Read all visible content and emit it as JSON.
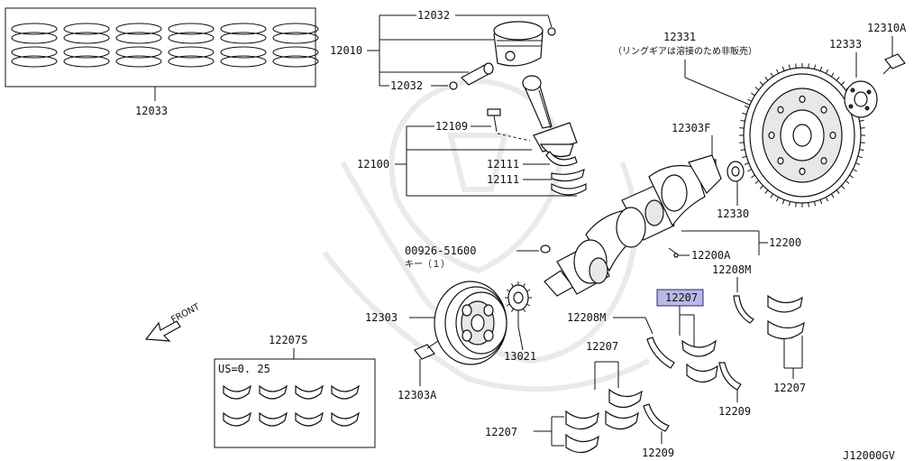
{
  "labels": {
    "p12032a": "12032",
    "p12010": "12010",
    "p12032b": "12032",
    "p12033": "12033",
    "p12109": "12109",
    "p12100": "12100",
    "p12111a": "12111",
    "p12111b": "12111",
    "p12331": "12331",
    "p12331_note": "（リングギアは溶接のため非販売）",
    "p12333": "12333",
    "p12310a": "12310A",
    "p12303f": "12303F",
    "p12330": "12330",
    "p12200": "12200",
    "p12200a": "12200A",
    "p00926": "00926-51600",
    "p00926_note": "キー（１）",
    "p12208m_r": "12208M",
    "p12207_hl": "12207",
    "p12208m_l": "12208M",
    "p12303": "12303",
    "p13021": "13021",
    "p12207s": "12207S",
    "p12207s_note": "US=0. 25",
    "p12303a": "12303A",
    "p12207_c": "12207",
    "p12207_r": "12207",
    "p12209_r": "12209",
    "p12207_bl": "12207",
    "p12209_b": "12209",
    "front": "FRONT",
    "diagram_code": "J12000GV"
  },
  "colors": {
    "highlight_fill": "#b9b9e6",
    "highlight_stroke": "#2a2a7a",
    "line": "#111111",
    "watermark": "#d8d8d8"
  }
}
